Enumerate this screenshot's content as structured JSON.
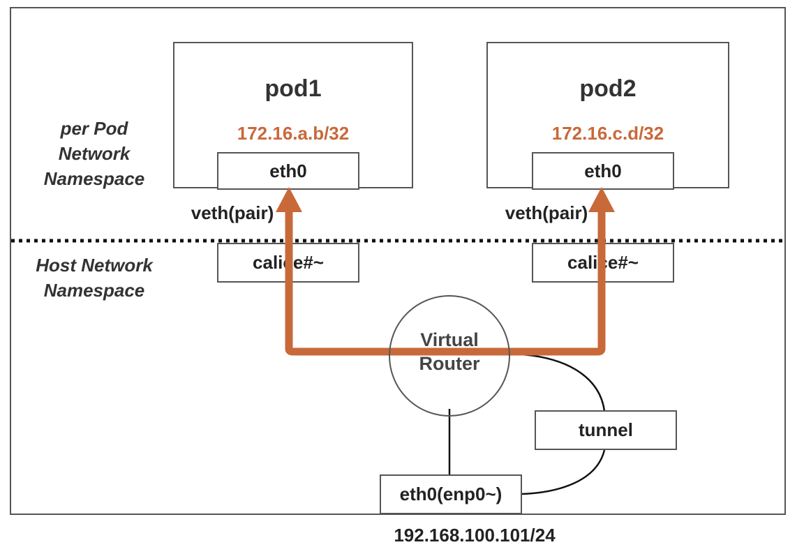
{
  "colors": {
    "accent": "#c8693a",
    "line": "#555555",
    "text": "#333333"
  },
  "namespaces": {
    "pod_ns_line1": "per Pod",
    "pod_ns_line2": "Network",
    "pod_ns_line3": "Namespace",
    "host_ns_line1": "Host Network",
    "host_ns_line2": "Namespace"
  },
  "pods": [
    {
      "name": "pod1",
      "ip": "172.16.a.b/32",
      "interface": "eth0",
      "veth_label": "veth(pair)",
      "host_iface": "calice#~"
    },
    {
      "name": "pod2",
      "ip": "172.16.c.d/32",
      "interface": "eth0",
      "veth_label": "veth(pair)",
      "host_iface": "calice#~"
    }
  ],
  "router": {
    "line1": "Virtual",
    "line2": "Router"
  },
  "tunnel": {
    "label": "tunnel"
  },
  "host": {
    "interface": "eth0(enp0~)",
    "ip": "192.168.100.101/24"
  }
}
